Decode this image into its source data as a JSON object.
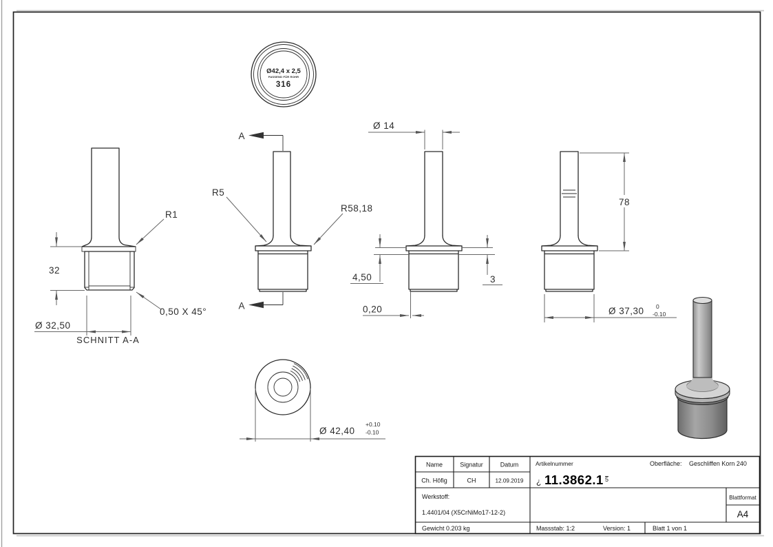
{
  "stamp": {
    "size": "Ø42,4 x 2,5",
    "inscription": "PASSEND FÜR ROHR",
    "grade": "316"
  },
  "section_view": {
    "label": "SCHNITT A-A",
    "body_height": "32",
    "inner_diameter": "Ø 32,50",
    "fillet": "R1",
    "chamfer": "0,50 X 45°"
  },
  "front_view": {
    "cut_letter": "A",
    "fillet_small": "R5",
    "fillet_large": "R58,18"
  },
  "side_view": {
    "pin_diameter": "Ø 14",
    "collar_height": "4,50",
    "collar_step": "3",
    "edge_offset": "0,20"
  },
  "rear_view": {
    "pin_length": "78",
    "body_diameter": "Ø 37,30",
    "tol_upper": "0",
    "tol_lower": "-0.10"
  },
  "bottom_view": {
    "outer_diameter": "Ø 42,40",
    "tol_upper": "+0.10",
    "tol_lower": "-0.10"
  },
  "title_block": {
    "name_label": "Name",
    "signature_label": "Signatur",
    "date_label": "Datum",
    "name": "Ch. Höfig",
    "signature": "CH",
    "date": "12.09.2019",
    "article_label": "Artikelnummer",
    "article_prefix": "¿",
    "article_number": "11.3862.1",
    "article_suffix": "5",
    "surface_label": "Oberfläche:",
    "surface_value": "Geschliffen Korn 240",
    "material_label": "Werkstoff:",
    "material_value": "1.4401/04 (X5CrNiMo17-12-2)",
    "weight": "Gewicht 0.203 kg",
    "scale": "Massstab: 1:2",
    "version": "Version: 1",
    "sheet": "Blatt 1 von 1",
    "format_label": "Blattformat",
    "format_value": "A4"
  },
  "colors": {
    "outline": "#2b2b2b",
    "dimension": "#666666",
    "paper": "#ffffff",
    "render_body": "#9a9a9a",
    "render_top": "#d8d8d8"
  }
}
